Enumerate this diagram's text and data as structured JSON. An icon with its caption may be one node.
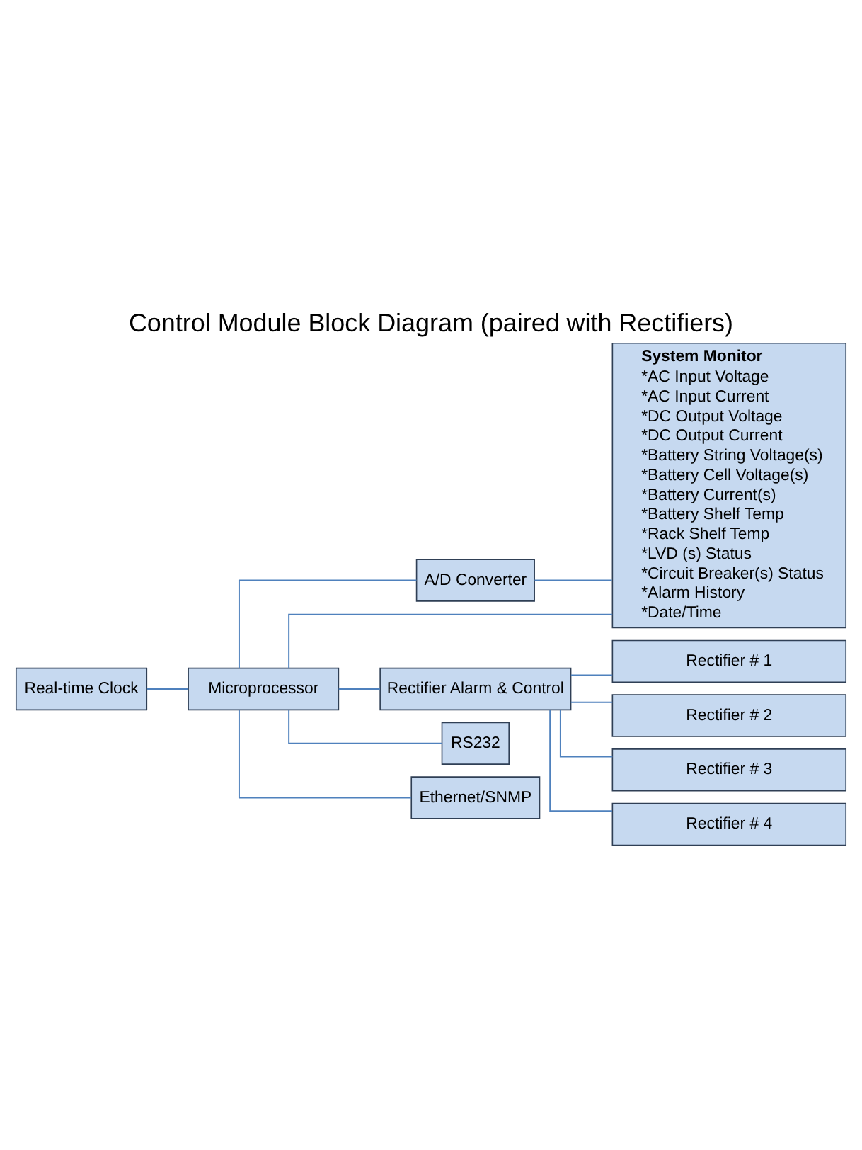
{
  "diagram": {
    "title": "Control Module Block Diagram (paired with Rectifiers)",
    "nodes": [
      {
        "text": [
          "Real-time Clock"
        ]
      },
      {
        "text": [
          "Microprocessor"
        ]
      },
      {
        "text": [
          "System Monitor",
          "*AC Input Voltage",
          "*AC Input Current",
          "*DC Output Voltage",
          "*DC Output Current",
          "*Battery String Voltage(s)",
          "*Battery Cell Voltage(s)",
          "*Battery Current(s)",
          "*Battery Shelf Temp",
          "*Rack Shelf Temp",
          "*LVD (s) Status",
          "*Circuit Breaker(s) Status",
          "*Alarm History",
          "*Date/Time"
        ]
      },
      {
        "text": [
          "A/D Converter"
        ]
      },
      {
        "text": [
          "Rectifier Alarm & Control"
        ]
      },
      {
        "text": [
          "Rectifier # 1"
        ]
      },
      {
        "text": [
          "Rectifier # 2"
        ]
      },
      {
        "text": [
          "Rectifier # 3"
        ]
      },
      {
        "text": [
          "Rectifier # 4"
        ]
      },
      {
        "text": [
          "RS232"
        ]
      },
      {
        "text": [
          "Ethernet/SNMP"
        ]
      }
    ],
    "edges": [
      {
        "from": 0,
        "to": 1,
        "arrow": "none"
      },
      {
        "from": 1,
        "to": 2,
        "arrow": "none"
      },
      {
        "from": 1,
        "to": 3,
        "arrow": "none"
      },
      {
        "from": 3,
        "to": 2,
        "arrow": "none"
      },
      {
        "from": 1,
        "to": 4,
        "arrow": "none"
      },
      {
        "from": 4,
        "to": 5,
        "arrow": "none"
      },
      {
        "from": 4,
        "to": 6,
        "arrow": "none"
      },
      {
        "from": 4,
        "to": 7,
        "arrow": "none"
      },
      {
        "from": 4,
        "to": 8,
        "arrow": "none"
      },
      {
        "from": 1,
        "to": 9,
        "arrow": "none"
      },
      {
        "from": 1,
        "to": 10,
        "arrow": "none"
      }
    ]
  }
}
